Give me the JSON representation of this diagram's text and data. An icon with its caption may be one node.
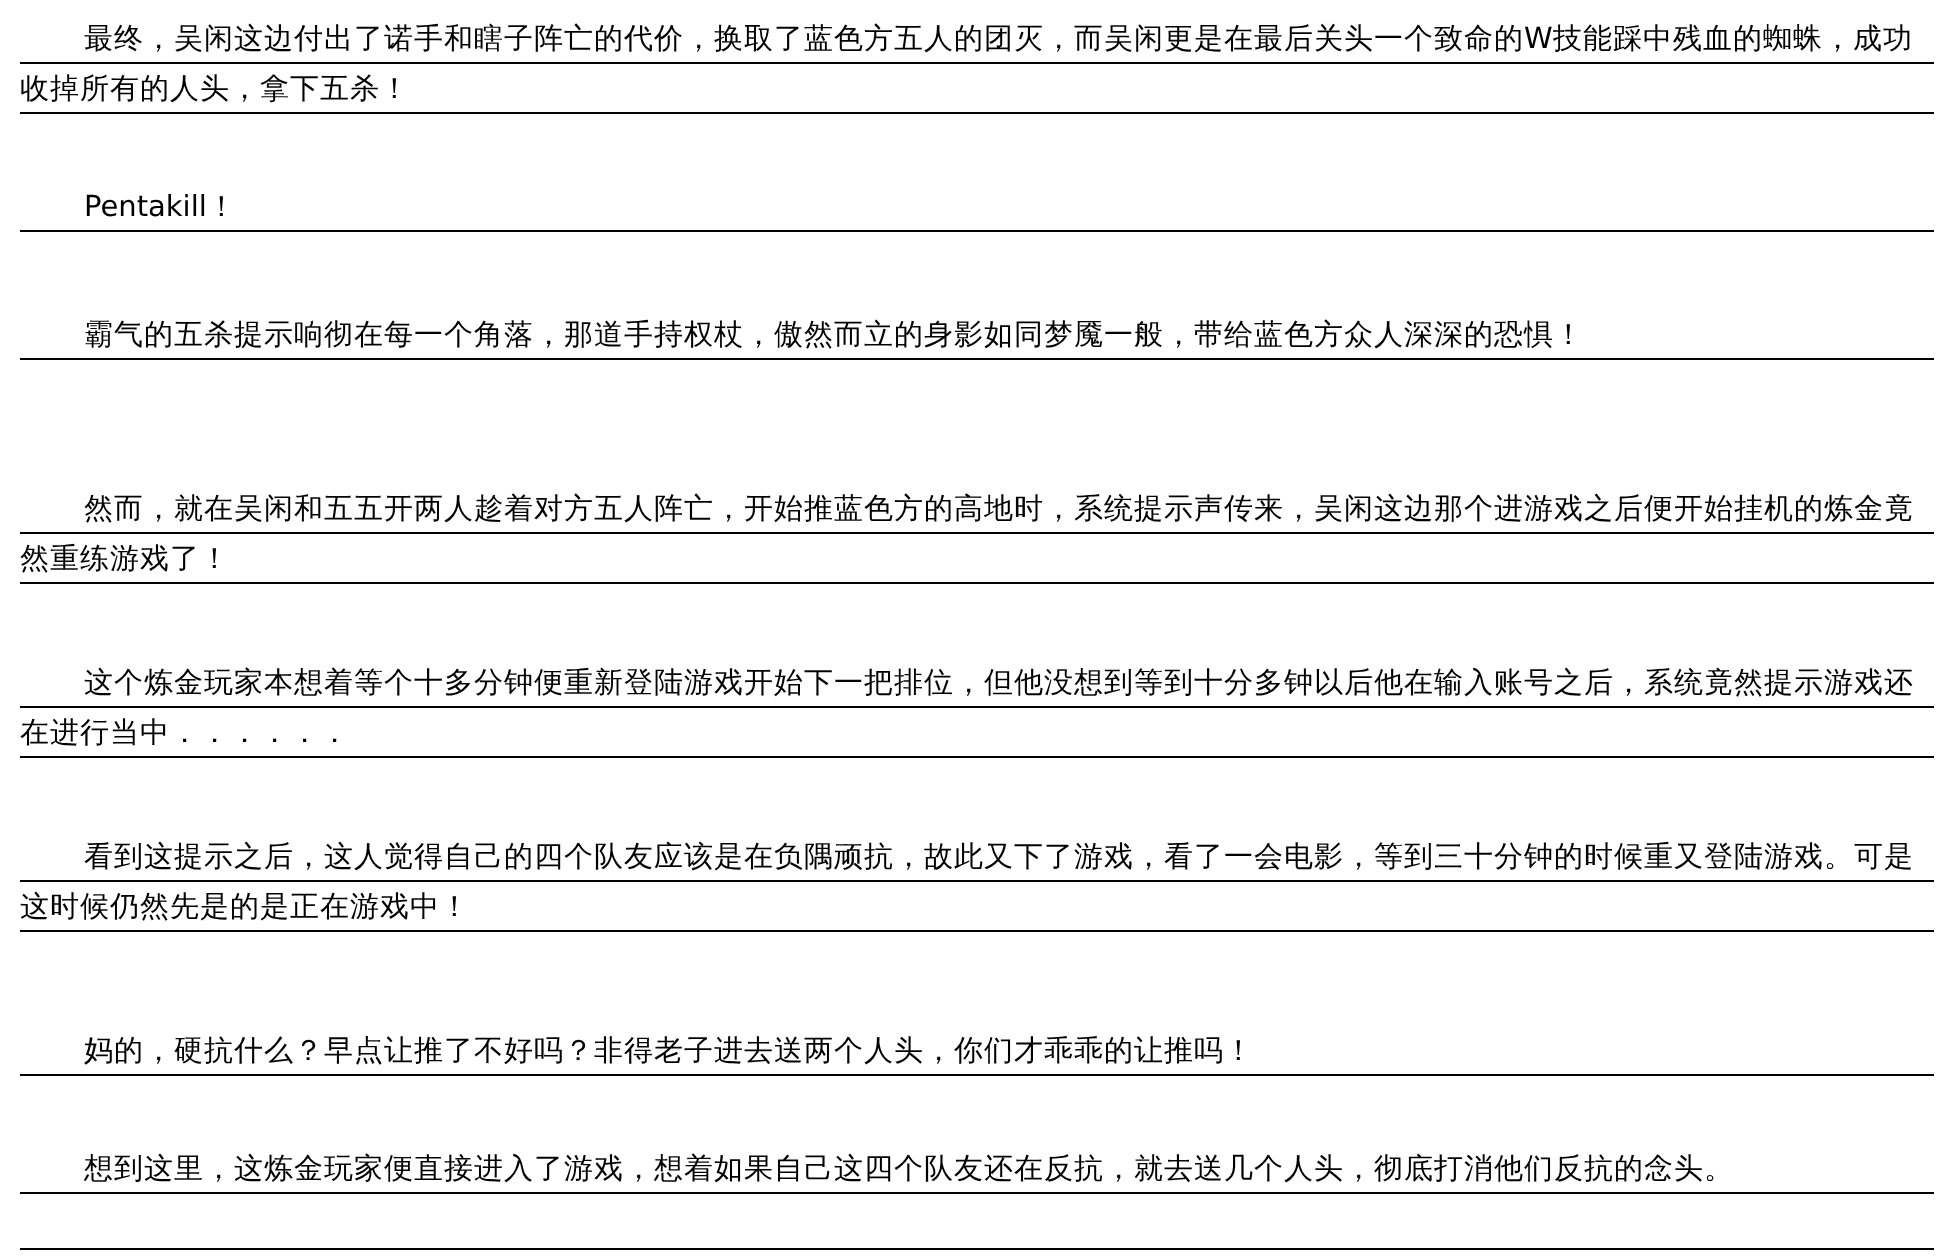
{
  "diagram": {
    "labels": [
      "最终，吴闲这边付出了诺手和瞎子阵亡的代价，换取了蓝色方五人的团灭，而吴闲更是在最后关头一个致命的W技能踩中残血的蜘蛛，成功收掉所有的人头，拿下五杀！",
      "Pentakill！",
      "霸气的五杀提示响彻在每一个角落，那道手持权杖，傲然而立的身影如同梦魇一般，带给蓝色方众人深深的恐惧！",
      "然而，就在吴闲和五五开两人趁着对方五人阵亡，开始推蓝色方的高地时，系统提示声传来，吴闲这边那个进游戏之后便开始挂机的炼金竟然重练游戏了！",
      "这个炼金玩家本想着等个十多分钟便重新登陆游戏开始下一把排位，但他没想到等到十分多钟以后他在输入账号之后，系统竟然提示游戏还在进行当中．．．．．．",
      "看到这提示之后，这人觉得自己的四个队友应该是在负隅顽抗，故此又下了游戏，看了一会电影，等到三十分钟的时候重又登陆游戏。可是这时候仍然先是的是正在游戏中！",
      "妈的，硬抗什么？早点让推了不好吗？非得老子进去送两个人头，你们才乖乖的让推吗！",
      "想到这里，这炼金玩家便直接进入了游戏，想着如果自己这四个队友还在反抗，就去送几个人头，彻底打消他们反抗的念头。"
    ]
  }
}
